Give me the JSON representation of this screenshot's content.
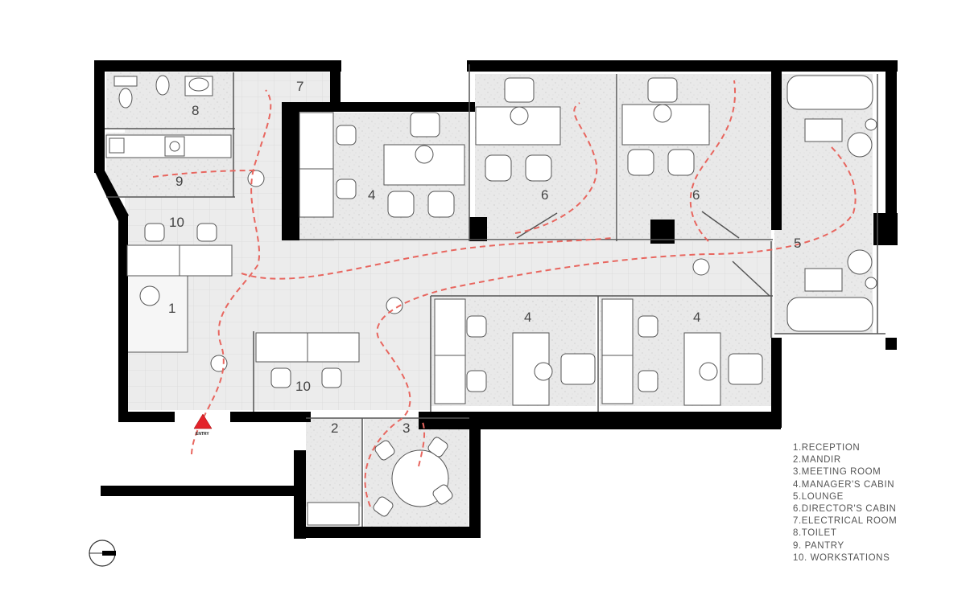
{
  "room_labels": {
    "r7": "7",
    "r8": "8",
    "r9": "9",
    "r10a": "10",
    "r10b": "10",
    "r1": "1",
    "r2": "2",
    "r3": "3",
    "r4a": "4",
    "r4b": "4",
    "r4c": "4",
    "r5": "5",
    "r6a": "6",
    "r6b": "6"
  },
  "entry_label": "ENTRY",
  "legend": [
    "1.RECEPTION",
    "2.MANDIR",
    "3.MEETING ROOM",
    "4.MANAGER'S CABIN",
    "5.LOUNGE",
    "6.DIRECTOR'S CABIN",
    "7.ELECTRICAL ROOM",
    "8.TOILET",
    "9. PANTRY",
    "10. WORKSTATIONS"
  ],
  "colors": {
    "wall": "#000000",
    "floor_tile": "#ececec",
    "floor_speckle": "#e2e2e2",
    "circulation_path": "#e8665f",
    "entry_marker": "#e3232a"
  },
  "icons": [
    "north-arrow-icon",
    "entry-arrow-icon"
  ]
}
